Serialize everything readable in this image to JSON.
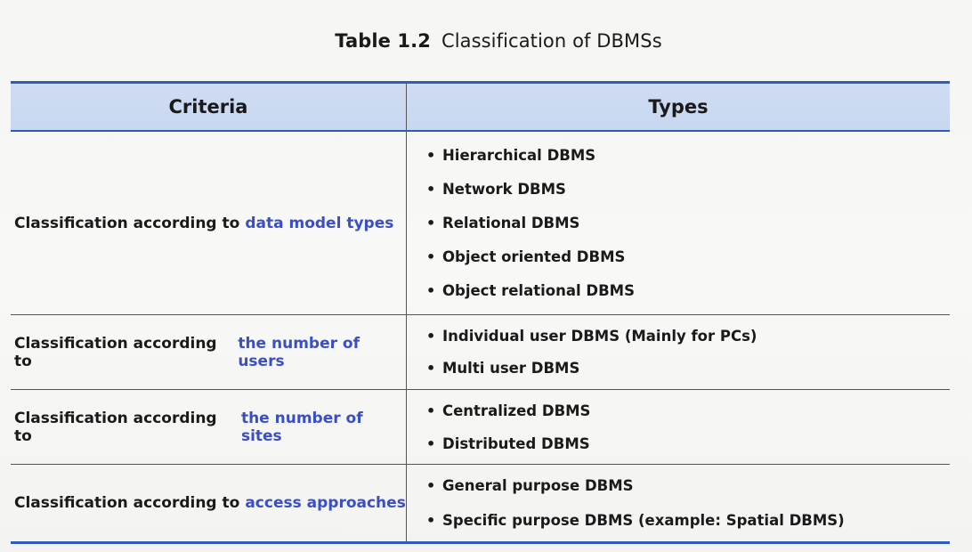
{
  "caption": {
    "number": "Table 1.2",
    "title": "Classification of DBMSs"
  },
  "table": {
    "headers": {
      "criteria": "Criteria",
      "types": "Types"
    },
    "rows": [
      {
        "criteria_prefix": "Classification according to",
        "criteria_highlight": "data model types",
        "types": [
          "Hierarchical DBMS",
          "Network DBMS",
          "Relational DBMS",
          "Object oriented DBMS",
          "Object relational DBMS"
        ]
      },
      {
        "criteria_prefix": "Classification according to",
        "criteria_highlight": "the number of users",
        "types": [
          "Individual user DBMS (Mainly for PCs)",
          "Multi user DBMS"
        ]
      },
      {
        "criteria_prefix": "Classification according to",
        "criteria_highlight": "the number of sites",
        "types": [
          "Centralized DBMS",
          "Distributed DBMS"
        ]
      },
      {
        "criteria_prefix": "Classification according to",
        "criteria_highlight": "access approaches",
        "types": [
          "General purpose DBMS",
          "Specific purpose DBMS (example: Spatial DBMS)"
        ]
      }
    ]
  },
  "colors": {
    "rule": "#2f5cb8",
    "header_bg": "#cfdcf3",
    "highlight_text": "#3b4fc4"
  }
}
